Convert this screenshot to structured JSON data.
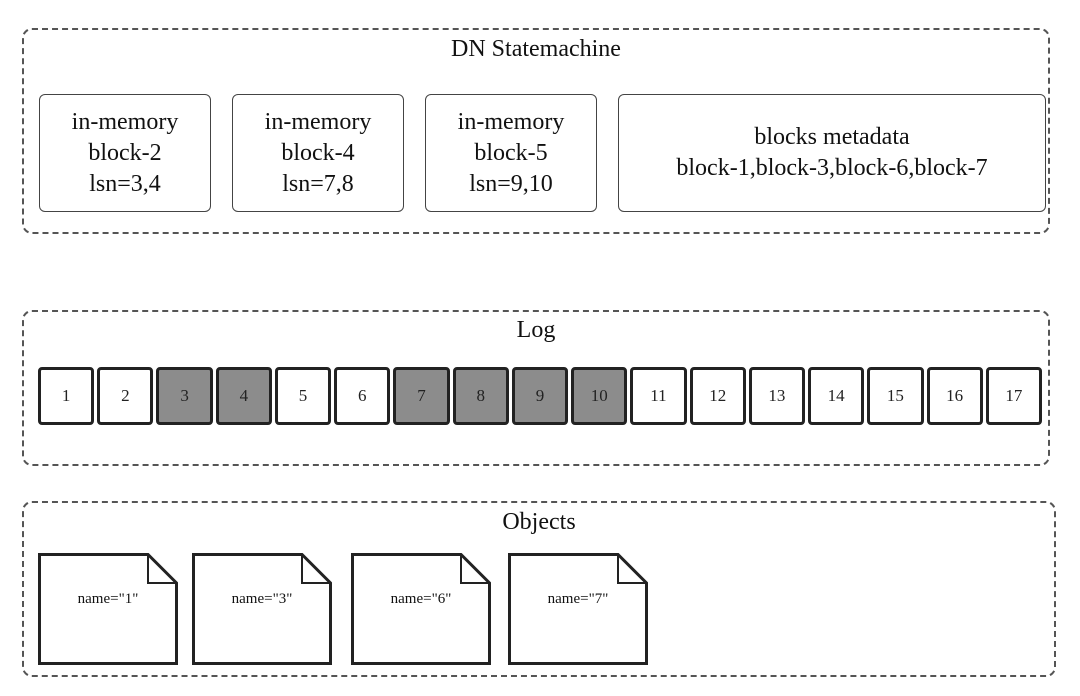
{
  "statemachine": {
    "title": "DN Statemachine",
    "blocks": [
      {
        "lines": [
          "in-memory",
          "block-2",
          "lsn=3,4"
        ]
      },
      {
        "lines": [
          "in-memory",
          "block-4",
          "lsn=7,8"
        ]
      },
      {
        "lines": [
          "in-memory",
          "block-5",
          "lsn=9,10"
        ]
      },
      {
        "lines": [
          "blocks metadata",
          "block-1,block-3,block-6,block-7"
        ]
      }
    ]
  },
  "log": {
    "title": "Log",
    "entries": [
      {
        "label": "1",
        "highlighted": false
      },
      {
        "label": "2",
        "highlighted": false
      },
      {
        "label": "3",
        "highlighted": true
      },
      {
        "label": "4",
        "highlighted": true
      },
      {
        "label": "5",
        "highlighted": false
      },
      {
        "label": "6",
        "highlighted": false
      },
      {
        "label": "7",
        "highlighted": true
      },
      {
        "label": "8",
        "highlighted": true
      },
      {
        "label": "9",
        "highlighted": true
      },
      {
        "label": "10",
        "highlighted": true
      },
      {
        "label": "11",
        "highlighted": false
      },
      {
        "label": "12",
        "highlighted": false
      },
      {
        "label": "13",
        "highlighted": false
      },
      {
        "label": "14",
        "highlighted": false
      },
      {
        "label": "15",
        "highlighted": false
      },
      {
        "label": "16",
        "highlighted": false
      },
      {
        "label": "17",
        "highlighted": false
      }
    ],
    "colors": {
      "highlighted": "#8c8c8c",
      "normal": "#ffffff"
    }
  },
  "objects": {
    "title": "Objects",
    "items": [
      {
        "name": "name=\"1\""
      },
      {
        "name": "name=\"3\""
      },
      {
        "name": "name=\"6\""
      },
      {
        "name": "name=\"7\""
      }
    ]
  }
}
